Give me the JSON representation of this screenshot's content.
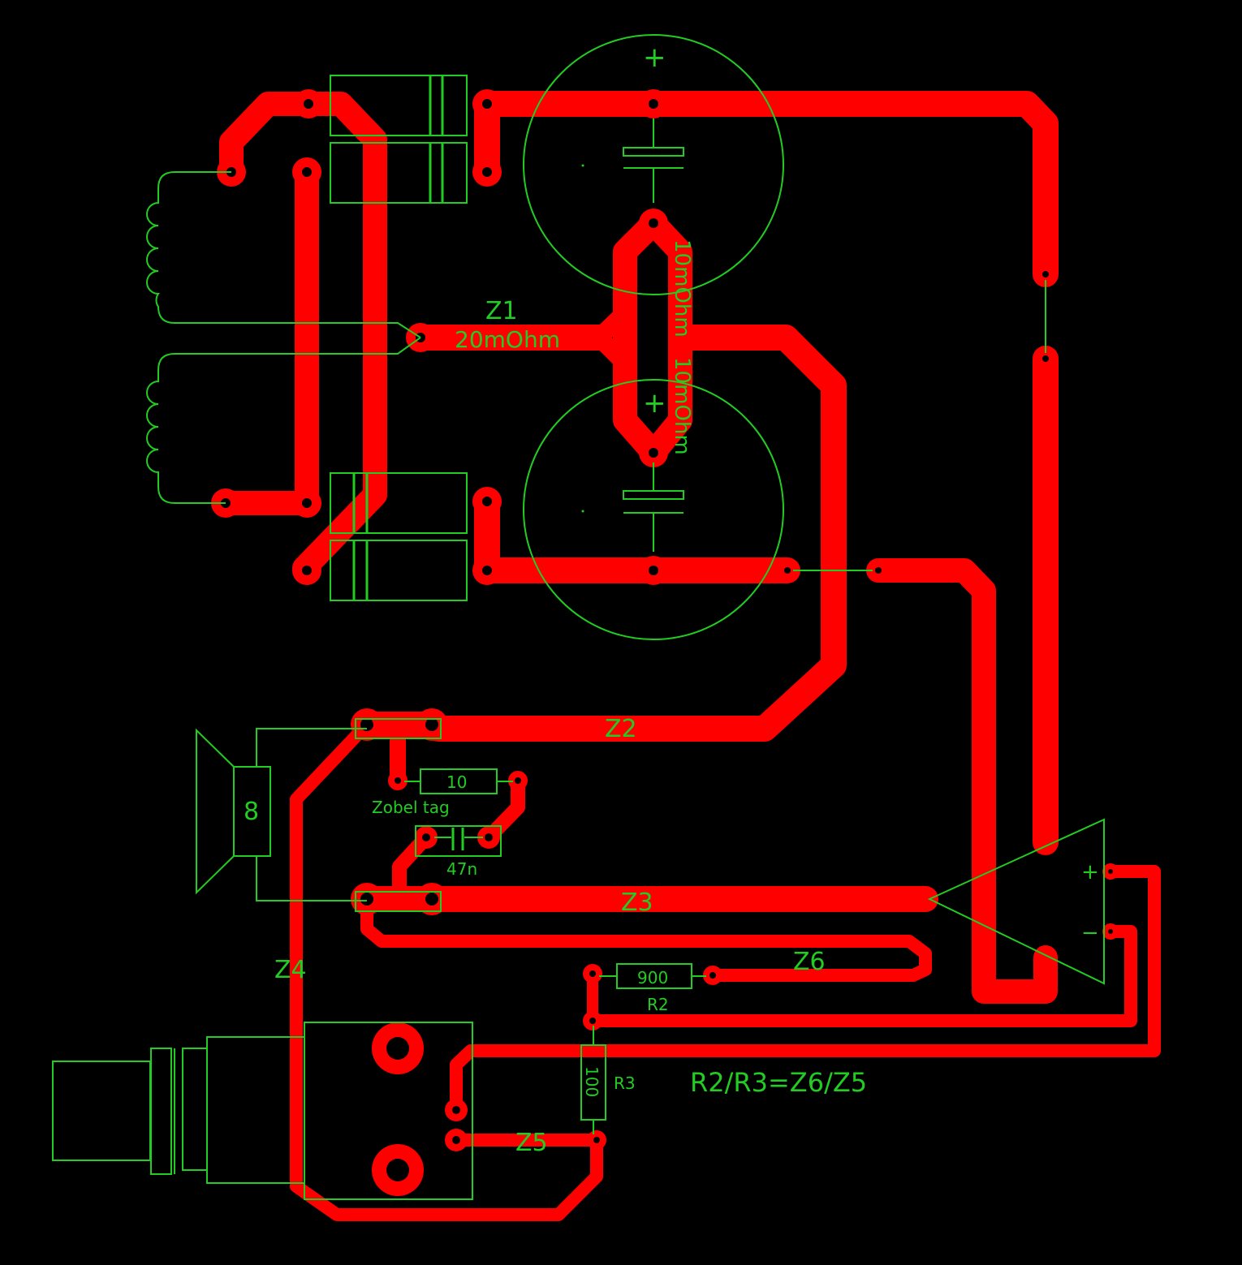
{
  "colors": {
    "background": "#000000",
    "copper": "#ff0000",
    "silkscreen": "#22cc22"
  },
  "labels": {
    "z1": "Z1",
    "z1_value": "20mOhm",
    "r_top": "10mOhm",
    "r_bottom": "10mOhm",
    "cap_top_plus": "+",
    "cap_bottom_plus": "+",
    "z2": "Z2",
    "z3": "Z3",
    "z4": "Z4",
    "z5": "Z5",
    "z6": "Z6",
    "speaker_value": "8",
    "zobel_resistor_value": "10",
    "zobel_caption": "Zobel tag",
    "zobel_cap_value": "47n",
    "r2_value": "900",
    "r2_name": "R2",
    "r3_value": "100",
    "r3_name": "R3",
    "ratio_formula": "R2/R3=Z6/Z5",
    "opamp_plus": "+",
    "opamp_minus": "−"
  }
}
